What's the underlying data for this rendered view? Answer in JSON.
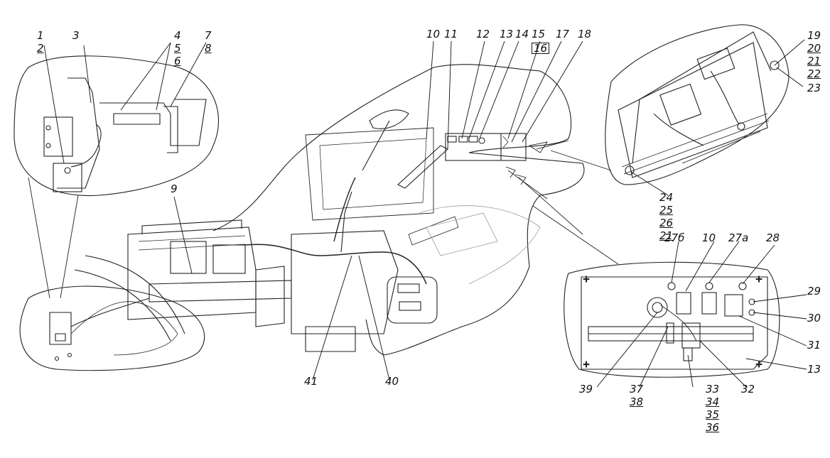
{
  "labels": {
    "l1": "1",
    "l2": "2",
    "l3": "3",
    "l4": "4",
    "l5": "5",
    "l6": "6",
    "l7": "7",
    "l8": "8",
    "l9": "9",
    "l10": "10",
    "l11": "11",
    "l12": "12",
    "l13": "13",
    "l14": "14",
    "l15": "15",
    "l16": "16",
    "l17": "17",
    "l18": "18",
    "l19": "19",
    "l20": "20",
    "l21": "21",
    "l22": "22",
    "l23": "23",
    "l24": "24",
    "l25": "25",
    "l26": "26",
    "l21b": "21",
    "l27b": "27б",
    "l10b": "10",
    "l27a": "27а",
    "l28": "28",
    "l29": "29",
    "l30": "30",
    "l31": "31",
    "l13b": "13",
    "l32": "32",
    "l33": "33",
    "l34": "34",
    "l35": "35",
    "l36": "36",
    "l37": "37",
    "l38": "38",
    "l39": "39",
    "l40": "40",
    "l41": "41"
  }
}
